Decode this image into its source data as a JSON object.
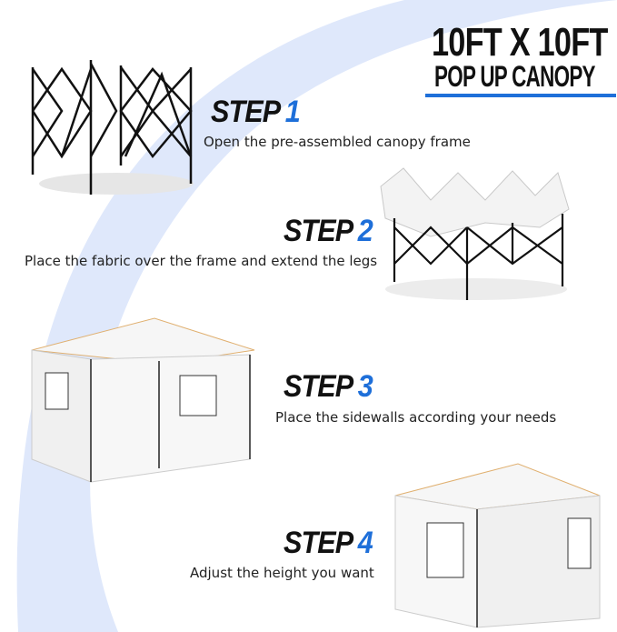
{
  "title": {
    "line1": "10FT X 10FT",
    "line2": "POP UP CANOPY"
  },
  "colors": {
    "accent": "#1e6fd9",
    "band": "#dfe8fb",
    "text": "#111111"
  },
  "steps": [
    {
      "label": "STEP",
      "number": "1",
      "text": "Open the pre-assembled canopy frame"
    },
    {
      "label": "STEP",
      "number": "2",
      "text": "Place the fabric over the frame and extend the legs"
    },
    {
      "label": "STEP",
      "number": "3",
      "text": "Place the sidewalls according your needs"
    },
    {
      "label": "STEP",
      "number": "4",
      "text": "Adjust the height you want"
    }
  ]
}
